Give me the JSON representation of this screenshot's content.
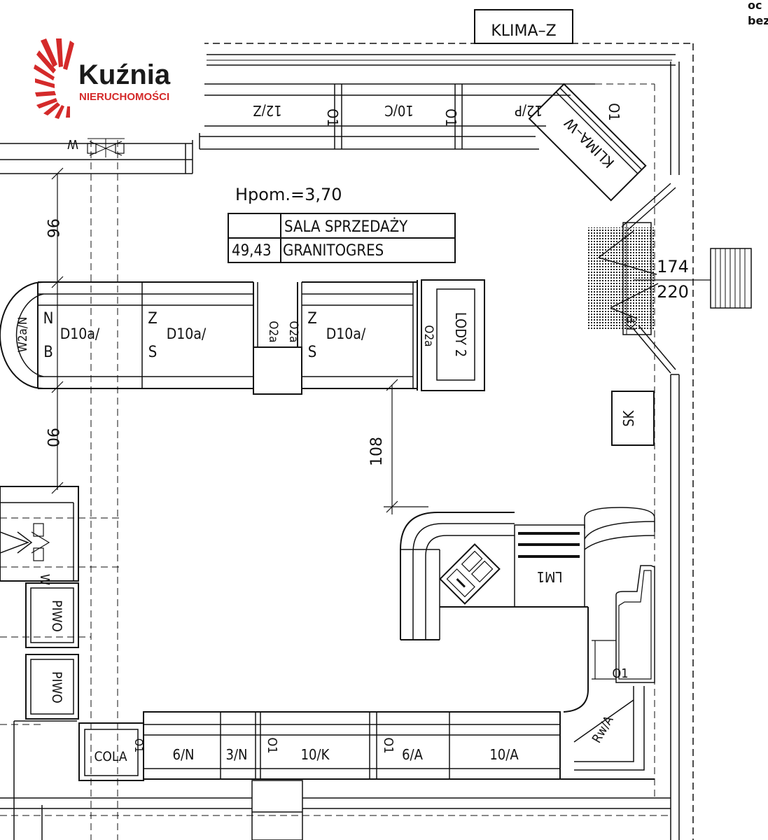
{
  "logo": {
    "line1": "Kuźnia",
    "line2": "NIERUCHOMOŚCI",
    "brand_color": "#d42a2a",
    "text_color": "#1a1a1a"
  },
  "corner_note": {
    "line1": "oc",
    "line2": "bez"
  },
  "room": {
    "height_label": "Hpom.=3,70",
    "name": "SALA  SPRZEDAŻY",
    "area": "49,43",
    "floor": "GRANITOGRES"
  },
  "labels": {
    "klima_z": "KLIMA–Z",
    "klima_w": "KLIMA–W",
    "w_top": "W",
    "w_left": "W",
    "w2a_n": "W2a/N",
    "top_12z": "12/Z",
    "top_10c": "10/C",
    "top_12p": "12/P",
    "o1_a": "O1",
    "o1_b": "O1",
    "o1_c": "O1",
    "n_letter": "N",
    "b_letter": "B",
    "z_letter_1": "Z",
    "s_letter_1": "S",
    "z_letter_2": "Z",
    "s_letter_2": "S",
    "d10a_1": "D10a/",
    "d10a_2": "D10a/",
    "d10a_3": "D10a/",
    "o2a_1": "O2a",
    "o2a_2": "O2a",
    "o2a_3": "O2a",
    "lody": "LODY 2",
    "kp": "KP",
    "sk": "SK",
    "lm1": "LM1",
    "o1_right": "O1",
    "rw_a": "Rw/A",
    "piwo_1": "PIWO",
    "piwo_2": "PIWO",
    "cola": "COLA",
    "o1_cola": "O1",
    "b_6n": "6/N",
    "b_3n": "3/N",
    "b_o1_1": "O1",
    "b_10k": "10/K",
    "b_o1_2": "O1",
    "b_6a": "6/A",
    "b_10a": "10/A"
  },
  "dimensions": {
    "d96": "96",
    "d90": "90",
    "d108": "108",
    "d174": "174",
    "d220": "220"
  }
}
